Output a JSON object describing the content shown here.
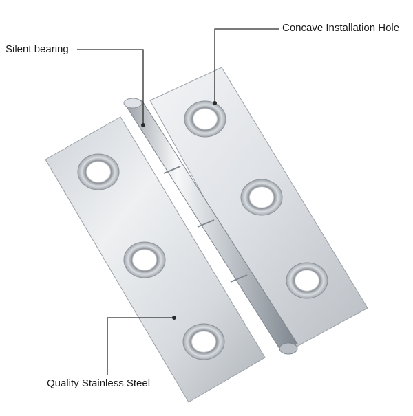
{
  "annotations": {
    "silent_bearing": "Silent bearing",
    "concave_hole": "Concave Installation Hole",
    "stainless_steel": "Quality Stainless Steel"
  },
  "colors": {
    "steel_light": "#e9ecef",
    "steel_mid": "#c5cad0",
    "steel_dark": "#8d949c",
    "callout_line": "#2a2a2a",
    "background": "#ffffff"
  }
}
